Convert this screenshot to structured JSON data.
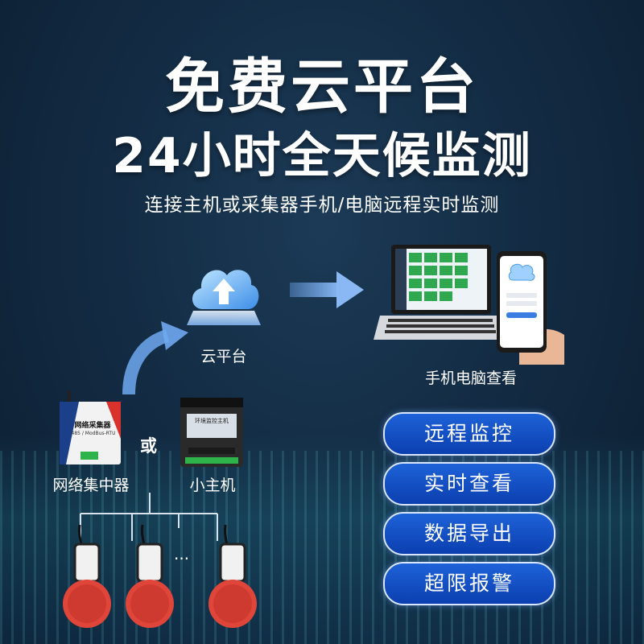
{
  "title_line1": "免费云平台",
  "title_line2": "24小时全天候监测",
  "subtitle": "连接主机或采集器手机/电脑远程实时监测",
  "cloud_label": "云平台",
  "devices_label": "手机电脑查看",
  "gateway": {
    "label": "网络集中器",
    "device_title": "网络采集器",
    "device_model": "485 / ModBus-RTU"
  },
  "or_label": "或",
  "host": {
    "label": "小主机",
    "screen_text": "环境监控主机"
  },
  "ellipsis": "...",
  "features": [
    "远程监控",
    "实时查看",
    "数据导出",
    "超限报警"
  ],
  "colors": {
    "background": "#132c44",
    "button": "#0b3fb0",
    "arrow": "#6fa8f0",
    "sensor": "#e0453a"
  }
}
